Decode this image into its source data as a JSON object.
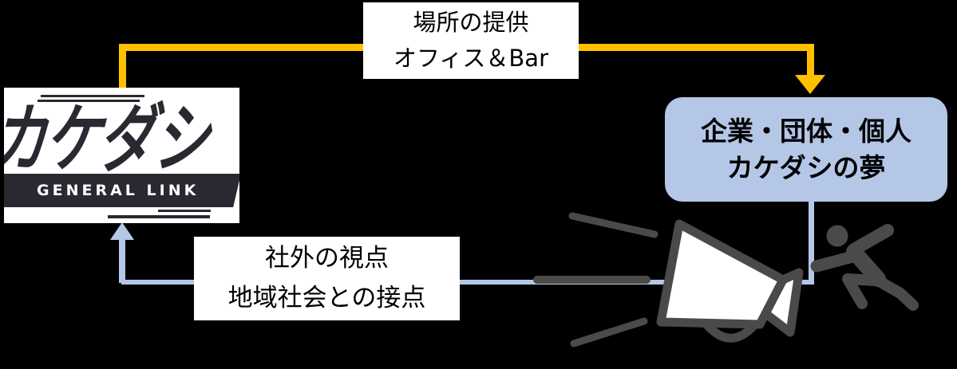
{
  "diagram": {
    "background": "#000000",
    "logo_ink": "#2a2931",
    "icon_gray": "#4a4a49",
    "accent_orange": "#ffc000",
    "accent_blue": "#b4c7e7"
  },
  "logo": {
    "brand": "カケダシ",
    "subtitle": "GENERAL LINK"
  },
  "top_flow": {
    "line1": "場所の提供",
    "line2": "オフィス＆Bar"
  },
  "bottom_flow": {
    "line1": "社外の視点",
    "line2": "地域社会との接点"
  },
  "target": {
    "line1": "企業・団体・個人",
    "line2": "カケダシの夢"
  },
  "icons": {
    "megaphone": "megaphone-icon",
    "runner": "running-person-icon"
  }
}
